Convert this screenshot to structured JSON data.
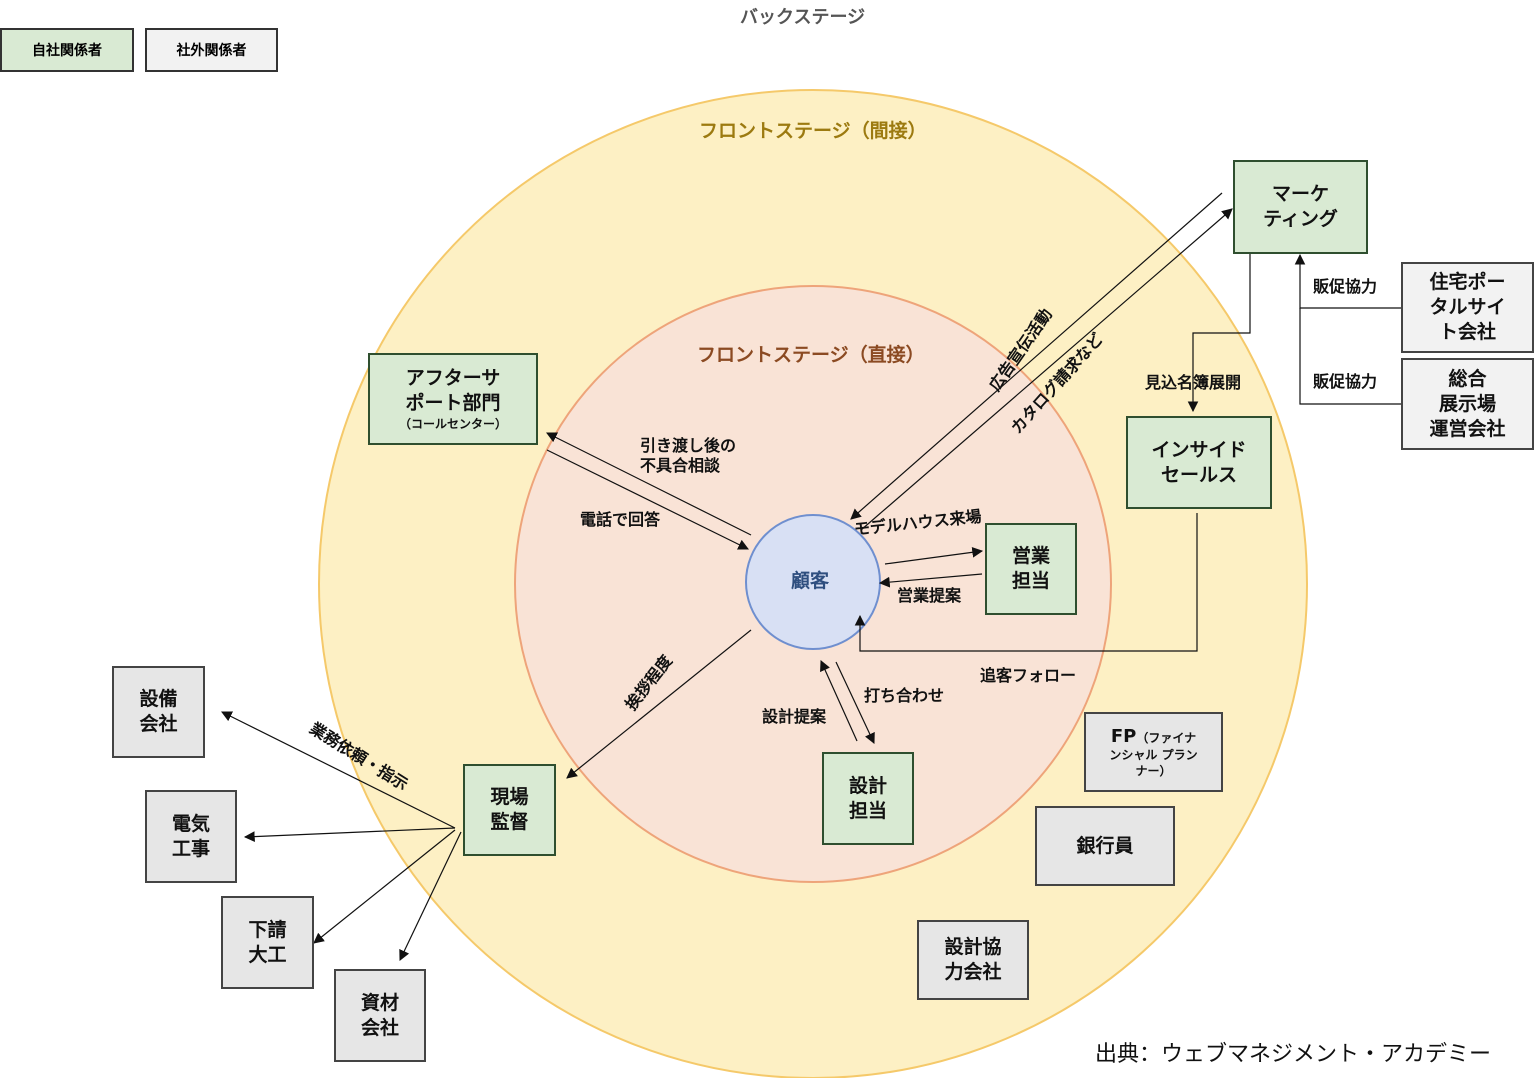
{
  "title": "バックステージ",
  "legend": {
    "own": "自社関係者",
    "external": "社外関係者"
  },
  "rings": {
    "indirect": "フロントステージ（間接）",
    "direct": "フロントステージ（直接）"
  },
  "center": "顧客",
  "nodes": {
    "marketing": [
      "マーケ",
      "ティング"
    ],
    "after_support": [
      "アフターサ",
      "ポート部門"
    ],
    "after_support_sub": "（コールセンター）",
    "inside_sales": [
      "インサイド",
      "セールス"
    ],
    "sales": [
      "営業",
      "担当"
    ],
    "design": [
      "設計",
      "担当"
    ],
    "site_supervisor": [
      "現場",
      "監督"
    ],
    "housing_portal": [
      "住宅ポー",
      "タルサイ",
      "ト会社"
    ],
    "exhibition": [
      "総合",
      "展示場",
      "運営会社"
    ],
    "fp": [
      "FP（ファイナ",
      "ンシャル プラン",
      "ナー）"
    ],
    "fp_main": "FP",
    "fp_sub1": "（ファイナ",
    "fp_sub2": "ンシャル プラン",
    "fp_sub3": "ナー）",
    "banker": "銀行員",
    "design_partner": [
      "設計協",
      "力会社"
    ],
    "equipment": [
      "設備",
      "会社"
    ],
    "electric": [
      "電気",
      "工事"
    ],
    "carpenter": [
      "下請",
      "大工"
    ],
    "materials": [
      "資材",
      "会社"
    ]
  },
  "labels": {
    "ad": "広告宣伝活動",
    "catalog": "カタログ請求など",
    "prospect": "見込名簿展開",
    "promo1": "販促協力",
    "promo2": "販促協力",
    "defect": [
      "引き渡し後の",
      "不具合相談"
    ],
    "phone": "電話で回答",
    "model_house": "モデルハウス来場",
    "sales_proposal": "営業提案",
    "follow": "追客フォロー",
    "greeting": "挨拶程度",
    "meeting": "打ち合わせ",
    "design_proposal": "設計提案",
    "request": "業務依頼・指示"
  },
  "source": "出典：ウェブマネジメント・アカデミー",
  "colors": {
    "outer_ring": "#fdf0c4",
    "outer_ring_stroke": "#f5c96a",
    "inner_ring": "#f9e3d6",
    "inner_ring_stroke": "#eea47a",
    "customer": "#d8e0f4",
    "customer_stroke": "#6f8fcf",
    "own_fill": "#d9ead3",
    "external_fill": "#e6e6e6",
    "indirect_title": "#9c7a10",
    "direct_title": "#8b4a22",
    "customer_text": "#2f4f7f"
  }
}
